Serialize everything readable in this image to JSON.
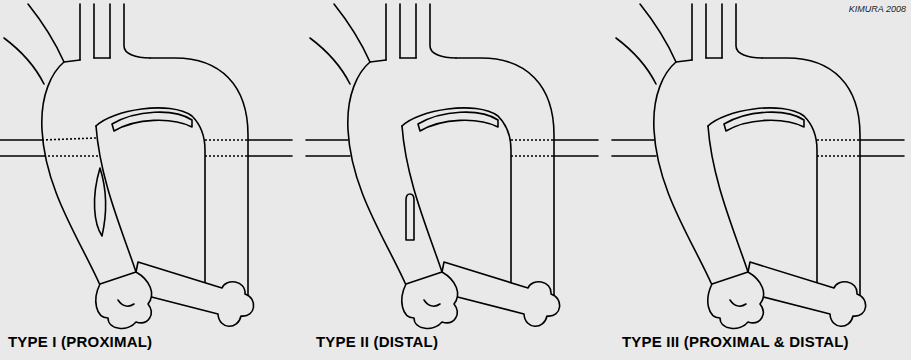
{
  "diagram": {
    "labels": [
      "KIMURA 2008",
      "TYPE I (PROXIMAL)",
      "TYPE II (DISTAL)",
      "TYPE III (PROXIMAL & DISTAL)"
    ]
  }
}
